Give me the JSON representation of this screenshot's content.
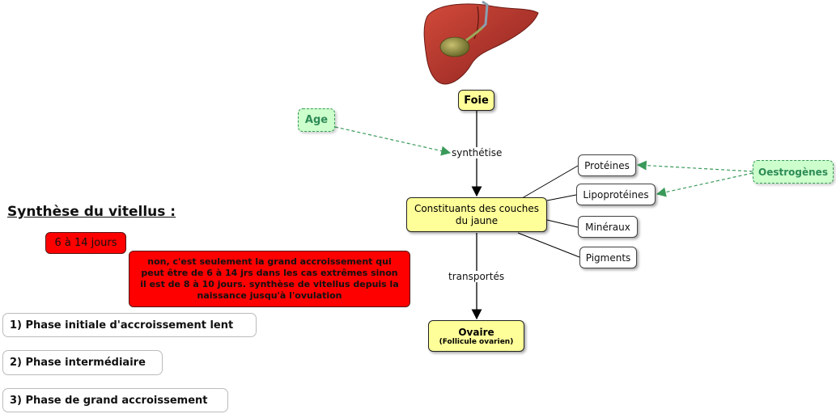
{
  "nodes": {
    "foie": "Foie",
    "age": "Age",
    "constituants": "Constituants des couches du jaune",
    "proteines": "Protéines",
    "lipoproteines": "Lipoprotéines",
    "mineraux": "Minéraux",
    "pigments": "Pigments",
    "oestrogenes": "Oestrogènes",
    "ovaire": "Ovaire",
    "ovaire_sub": "(Follicule ovarien)"
  },
  "edge_labels": {
    "synthetise": "synthétise",
    "transportes": "transportés"
  },
  "title": "Synthèse du vitellus :",
  "duration_tag": "6 à 14 jours",
  "note": "non, c'est seulement la grand accroissement qui peut être de 6 à 14 jrs dans les cas extrêmes sinon il est de 8 à 10 jours. synthèse de vitellus depuis la naissance jusqu'à l'ovulation",
  "phases": [
    "1) Phase initiale d'accroissement lent",
    "2) Phase intermédiaire",
    "3) Phase de grand accroissement"
  ],
  "colors": {
    "node_yellow": "#ffff99",
    "green_box": "#ccffcc",
    "green_text": "#2e8b57",
    "red_box": "#ff0000"
  },
  "icons": {
    "liver": "liver-illustration"
  }
}
